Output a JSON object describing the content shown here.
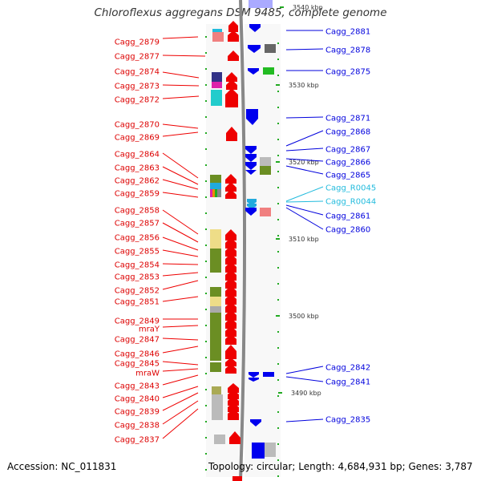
{
  "title": "Chloroflexus aggregans DSM 9485, complete genome",
  "accession": "Accession: NC_011831",
  "meta": "Topology: circular; Length: 4,684,931 bp; Genes: 3,787",
  "ticks": [
    "3540 kbp",
    "3530 kbp",
    "3520 kbp",
    "3510 kbp",
    "3500 kbp",
    "3490 kbp"
  ],
  "left_labels": [
    "Cagg_2879",
    "Cagg_2877",
    "Cagg_2874",
    "Cagg_2873",
    "Cagg_2872",
    "Cagg_2870",
    "Cagg_2869",
    "Cagg_2864",
    "Cagg_2863",
    "Cagg_2862",
    "Cagg_2859",
    "Cagg_2858",
    "Cagg_2857",
    "Cagg_2856",
    "Cagg_2855",
    "Cagg_2854",
    "Cagg_2853",
    "Cagg_2852",
    "Cagg_2851",
    "Cagg_2849",
    "mraY",
    "Cagg_2847",
    "Cagg_2846",
    "Cagg_2845",
    "mraW",
    "Cagg_2843",
    "Cagg_2840",
    "Cagg_2839",
    "Cagg_2838",
    "Cagg_2837"
  ],
  "right_labels": [
    "Cagg_2881",
    "Cagg_2878",
    "Cagg_2875",
    "Cagg_2871",
    "Cagg_2868",
    "Cagg_2867",
    "Cagg_2866",
    "Cagg_2865",
    "Cagg_R0045",
    "Cagg_R0044",
    "Cagg_2861",
    "Cagg_2860",
    "Cagg_2842",
    "Cagg_2841",
    "Cagg_2835"
  ],
  "colors": {
    "forward_strand": "#ee0000",
    "reverse_strand": "#0000ee",
    "rna": "#22bbdd",
    "backbone": "#888888"
  }
}
